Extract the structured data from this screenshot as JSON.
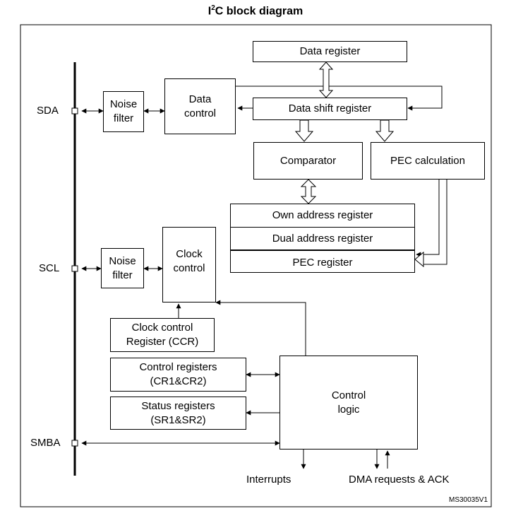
{
  "title": {
    "prefix": "I",
    "sup": "2",
    "rest": "C block diagram"
  },
  "pins": {
    "sda": "SDA",
    "scl": "SCL",
    "smba": "SMBA"
  },
  "blocks": {
    "data_register": "Data register",
    "noise_filter_sda_1": "Noise",
    "noise_filter_sda_2": "filter",
    "data_control_1": "Data",
    "data_control_2": "control",
    "data_shift_register": "Data shift register",
    "comparator": "Comparator",
    "pec_calculation": "PEC calculation",
    "own_address_register": "Own address register",
    "dual_address_register": "Dual address register",
    "pec_register": "PEC register",
    "noise_filter_scl_1": "Noise",
    "noise_filter_scl_2": "filter",
    "clock_control_1": "Clock",
    "clock_control_2": "control",
    "ccr_1": "Clock control",
    "ccr_2": "Register (CCR)",
    "control_registers_1": "Control registers",
    "control_registers_2": "(CR1&CR2)",
    "status_registers_1": "Status registers",
    "status_registers_2": "(SR1&SR2)",
    "control_logic_1": "Control",
    "control_logic_2": "logic"
  },
  "outputs": {
    "interrupts": "Interrupts",
    "dma": "DMA requests & ACK"
  },
  "figure_id": "MS30035V1"
}
